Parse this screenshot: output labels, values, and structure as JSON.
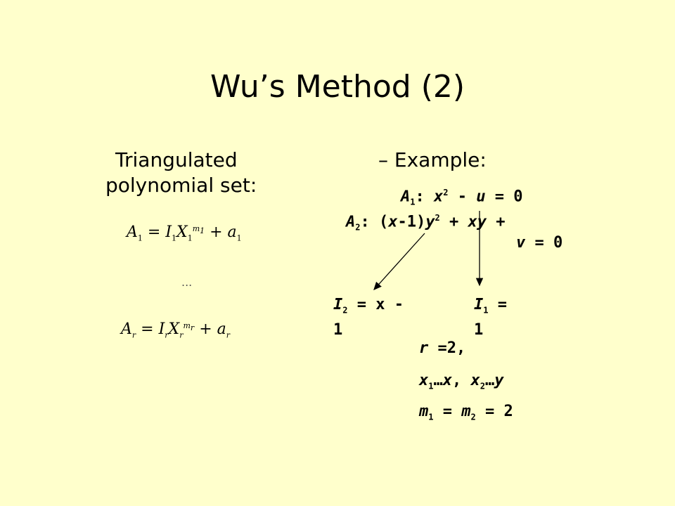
{
  "title": "Wu’s Method (2)",
  "left": {
    "heading_line1": "Triangulated",
    "heading_line2": "polynomial set:",
    "ellipsis": "..."
  },
  "example": {
    "label": "– Example:",
    "a1": "A1: x2 - u = 0",
    "a2": "A2: (x-1)y2 + xy + v = 0",
    "i2": "I2 = x - 1",
    "i1": "I1 = 1",
    "r": "r =2,",
    "x": "x1…x, x2…y",
    "m": "m1 = m2 = 2"
  }
}
